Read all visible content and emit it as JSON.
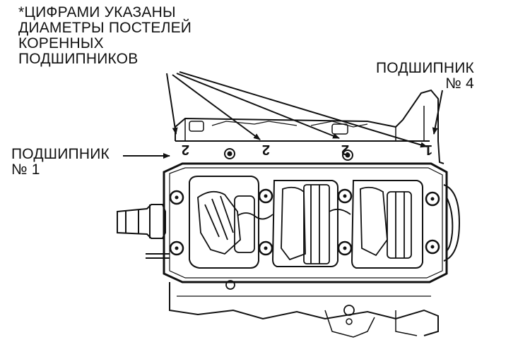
{
  "note": {
    "lines": [
      "*ЦИФРАМИ УКАЗАНЫ",
      "ДИАМЕТРЫ ПОСТЕЛЕЙ",
      "КОРЕННЫХ",
      "ПОДШИПНИКОВ"
    ]
  },
  "bearing4": {
    "line1": "ПОДШИПНИК",
    "line2": "№ 4"
  },
  "bearing1": {
    "line1": "ПОДШИПНИК",
    "line2": "№ 1"
  },
  "marks": [
    "2",
    "2",
    "2",
    "1"
  ]
}
